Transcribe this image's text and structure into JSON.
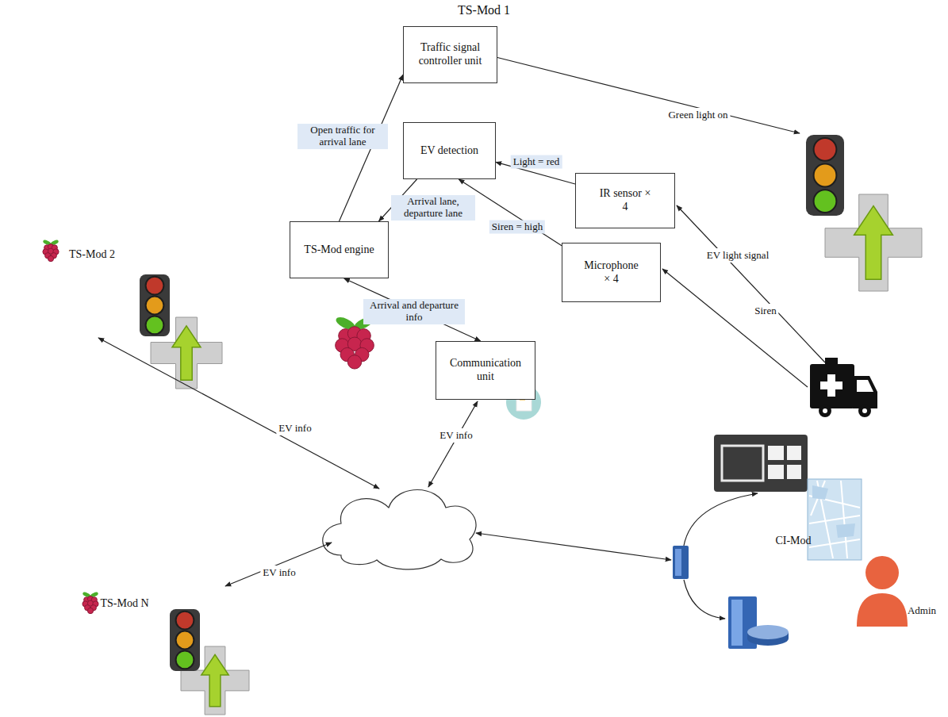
{
  "diagram": {
    "nodes": [
      {
        "text": [
          "TS-Mod 1"
        ]
      },
      {
        "text": [
          "Traffic signal controller unit"
        ],
        "in": 0
      },
      {
        "text": [
          "EV detection"
        ],
        "in": 0
      },
      {
        "text": [
          "IR sensor × 4"
        ],
        "in": 0
      },
      {
        "text": [
          "TS-Mod engine"
        ],
        "in": 0
      },
      {
        "text": [
          "Microphone × 4"
        ],
        "in": 0
      },
      {
        "text": [
          "Communication unit"
        ],
        "in": 0
      },
      {
        "text": [
          "TS-Mod 2"
        ]
      },
      {
        "text": [
          "TS-Mod N"
        ]
      },
      {
        "text": [
          "CI-Mod"
        ]
      }
    ],
    "edges": [
      {
        "from": 3,
        "to": 2,
        "label": "Light = red",
        "arrow": "to"
      },
      {
        "from": 5,
        "to": 2,
        "label": "Siren = high",
        "arrow": "to"
      },
      {
        "from": 2,
        "to": 4,
        "label": "Arrival lane, departure lane",
        "arrow": "to"
      },
      {
        "from": 4,
        "to": 1,
        "label": "Open traffic for arrival lane",
        "arrow": "to"
      },
      {
        "from": 4,
        "to": 6,
        "label": "Arrival and departure info",
        "arrow": "both"
      }
    ],
    "labels": [
      "Green light on",
      "EV light signal",
      "Siren",
      "EV info",
      "EV info",
      "EV info",
      "Admin"
    ]
  }
}
